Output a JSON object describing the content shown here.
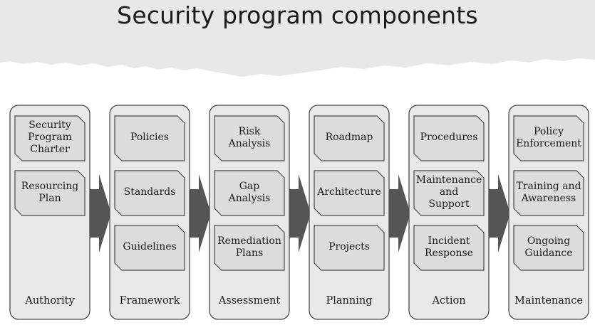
{
  "title": "Security program components",
  "colors": {
    "banner": "#e8e8e8",
    "column_fill": "#e9e9e9",
    "column_stroke": "#4a4a4a",
    "card_fill": "#dcdcdc",
    "arrow": "#555555"
  },
  "columns": [
    {
      "label": "Authority",
      "cards": [
        "Security\nProgram\nCharter",
        "Resourcing\nPlan"
      ]
    },
    {
      "label": "Framework",
      "cards": [
        "Policies",
        "Standards",
        "Guidelines"
      ]
    },
    {
      "label": "Assessment",
      "cards": [
        "Risk\nAnalysis",
        "Gap\nAnalysis",
        "Remediation\nPlans"
      ]
    },
    {
      "label": "Planning",
      "cards": [
        "Roadmap",
        "Architecture",
        "Projects"
      ]
    },
    {
      "label": "Action",
      "cards": [
        "Procedures",
        "Maintenance\nand\nSupport",
        "Incident\nResponse"
      ]
    },
    {
      "label": "Maintenance",
      "cards": [
        "Policy\nEnforcement",
        "Training and\nAwareness",
        "Ongoing\nGuidance"
      ]
    }
  ]
}
